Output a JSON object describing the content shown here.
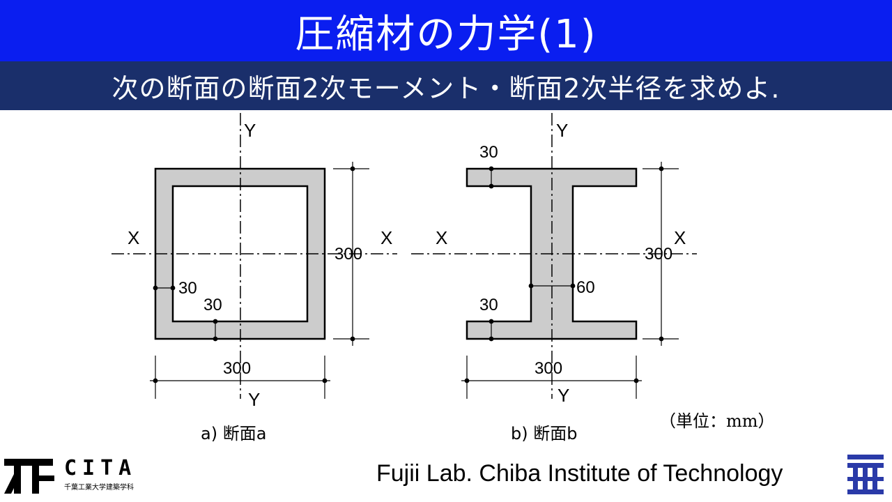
{
  "title": "圧縮材の力学(1)",
  "subtitle": "次の断面の断面2次モーメント・断面2次半径を求めよ.",
  "section_a": {
    "axis_y_top": "Y",
    "axis_y_bottom": "Y",
    "axis_x_left": "X",
    "axis_x_right": "X",
    "height_dim": "300",
    "width_dim": "300",
    "wall_thickness_side": "30",
    "wall_thickness_bottom": "30",
    "caption": "a) 断面a"
  },
  "section_b": {
    "axis_y_top": "Y",
    "axis_y_bottom": "Y",
    "axis_x_left": "X",
    "axis_x_right": "X",
    "height_dim": "300",
    "width_dim": "300",
    "flange_top": "30",
    "flange_bottom": "30",
    "web": "60",
    "caption": "b) 断面b"
  },
  "unit_note": "（単位：mm）",
  "credit": "Fujii Lab. Chiba Institute of Technology",
  "logo": {
    "word": "CITA",
    "subtitle": "千葉工業大学建築学科"
  },
  "colors": {
    "title_bg": "#0a1ef0",
    "subtitle_bg": "#1a2f6b",
    "section_fill": "#cccccc",
    "right_logo": "#2a3aa8"
  }
}
